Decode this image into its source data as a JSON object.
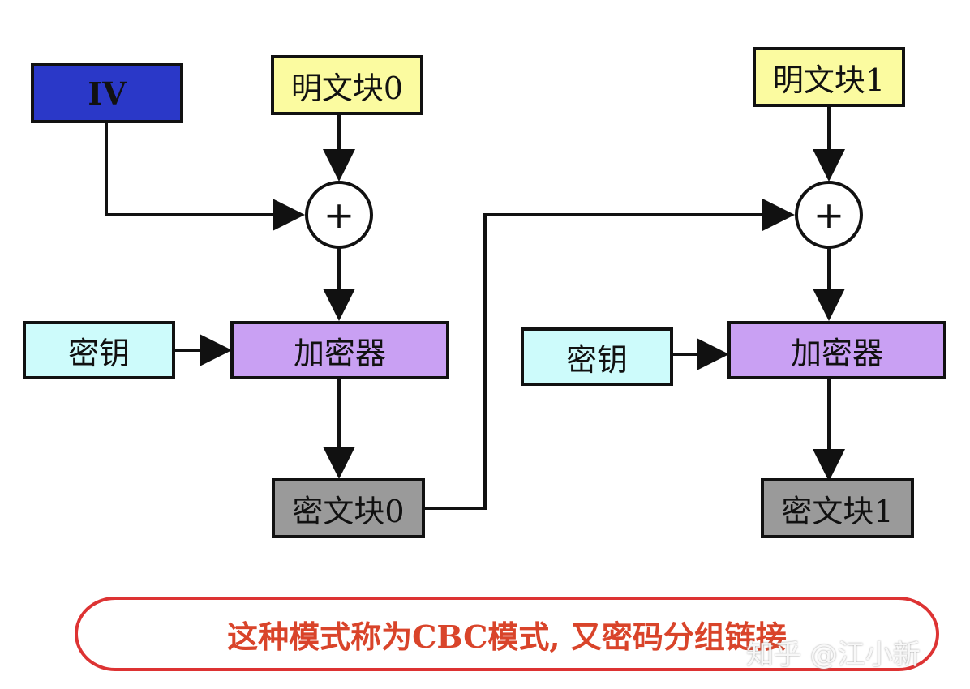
{
  "colors": {
    "iv": "#2a38c8",
    "plain": "#fbfba0",
    "key": "#cdfbfb",
    "cipher_engine": "#c9a0f3",
    "cipher_block": "#9a9a9a",
    "caption": "#d9442a"
  },
  "left": {
    "iv": "IV",
    "plaintext": "明文块0",
    "key": "密钥",
    "encryptor": "加密器",
    "ciphertext": "密文块0"
  },
  "right": {
    "plaintext": "明文块1",
    "key": "密钥",
    "encryptor": "加密器",
    "ciphertext": "密文块1"
  },
  "xor_symbol": "+",
  "caption": "这种模式称为CBC模式, 又密码分组链接",
  "watermark": "知乎 @江小新"
}
